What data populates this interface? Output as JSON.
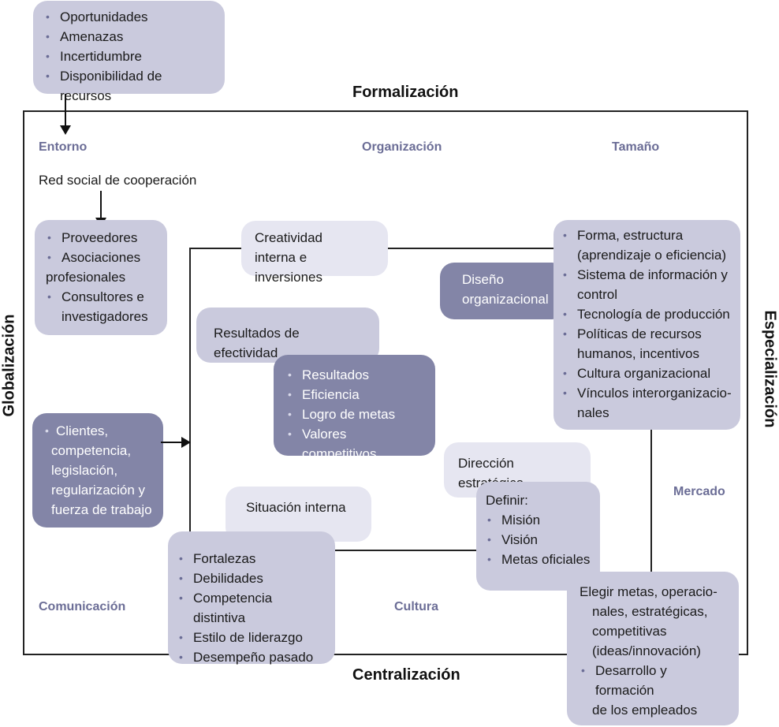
{
  "axes": {
    "top": "Formalización",
    "bottom": "Centralización",
    "left": "Globalización",
    "right": "Especialización"
  },
  "corner_labels": {
    "entorno": "Entorno",
    "organizacion": "Organización",
    "tamano": "Tamaño",
    "mercado": "Mercado",
    "comunicacion": "Comunicación",
    "cultura": "Cultura"
  },
  "external_factors": [
    "Oportunidades",
    "Amenazas",
    "Incertidumbre",
    "Disponibilidad de recursos"
  ],
  "red_social": "Red social de cooperación",
  "network": {
    "item1": "Proveedores",
    "item2_line1": "Asociaciones",
    "item2_line2": "profesionales",
    "item3_line1": "Consultores e",
    "item3_line2": "investigadores"
  },
  "clients": {
    "lines": [
      "Clientes,",
      "competencia,",
      "legislación,",
      "regularización y",
      "fuerza de trabajo"
    ]
  },
  "creatividad": [
    "Creatividad",
    "interna e inversiones"
  ],
  "diseno": [
    "Diseño",
    "organizacional"
  ],
  "tamano_box": {
    "items": [
      [
        "Forma, estructura",
        "(aprendizaje o eficiencia)"
      ],
      [
        "Sistema de información y",
        "control"
      ],
      [
        "Tecnología de producción"
      ],
      [
        "Políticas de recursos",
        "humanos, incentivos"
      ],
      [
        "Cultura organizacional"
      ],
      [
        "Vínculos interorganizacio-",
        "nales"
      ]
    ]
  },
  "resultados_efectividad": "Resultados de efectividad",
  "resultados_list": [
    "Resultados",
    "Eficiencia",
    "Logro de metas",
    "Valores competitivos"
  ],
  "direccion": "Dirección estratégica",
  "definir": {
    "title": "Definir:",
    "items": [
      "Misión",
      "Visión",
      "Metas oficiales"
    ]
  },
  "situacion": "Situación interna",
  "interna_list": [
    "Fortalezas",
    "Debilidades",
    "Competencia distintiva",
    "Estilo de liderazgo",
    "Desempeño pasado"
  ],
  "elegir": {
    "lines": [
      "Elegir metas, operacio-",
      "nales, estratégicas,",
      "competitivas",
      "(ideas/innovación)"
    ],
    "item_line1": "Desarrollo y formación",
    "item_line2": "de los empleados"
  }
}
